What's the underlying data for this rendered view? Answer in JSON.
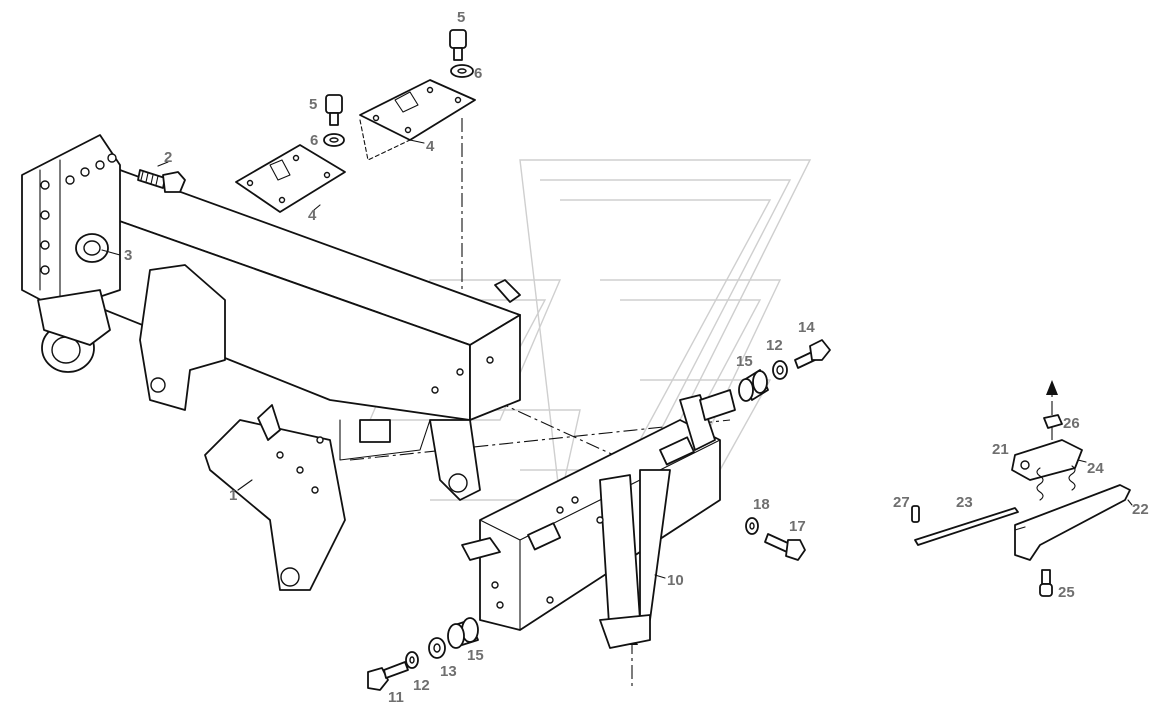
{
  "diagram": {
    "labels": [
      {
        "id": "label-1",
        "text": "1"
      },
      {
        "id": "label-2",
        "text": "2"
      },
      {
        "id": "label-3",
        "text": "3"
      },
      {
        "id": "label-4a",
        "text": "4"
      },
      {
        "id": "label-4b",
        "text": "4"
      },
      {
        "id": "label-5a",
        "text": "5"
      },
      {
        "id": "label-5b",
        "text": "5"
      },
      {
        "id": "label-6a",
        "text": "6"
      },
      {
        "id": "label-6b",
        "text": "6"
      },
      {
        "id": "label-10",
        "text": "10"
      },
      {
        "id": "label-11",
        "text": "11"
      },
      {
        "id": "label-12a",
        "text": "12"
      },
      {
        "id": "label-12b",
        "text": "12"
      },
      {
        "id": "label-13",
        "text": "13"
      },
      {
        "id": "label-14",
        "text": "14"
      },
      {
        "id": "label-15a",
        "text": "15"
      },
      {
        "id": "label-15b",
        "text": "15"
      },
      {
        "id": "label-17",
        "text": "17"
      },
      {
        "id": "label-18",
        "text": "18"
      },
      {
        "id": "label-21",
        "text": "21"
      },
      {
        "id": "label-22",
        "text": "22"
      },
      {
        "id": "label-23",
        "text": "23"
      },
      {
        "id": "label-24",
        "text": "24"
      },
      {
        "id": "label-25",
        "text": "25"
      },
      {
        "id": "label-26",
        "text": "26"
      },
      {
        "id": "label-27",
        "text": "27"
      }
    ]
  }
}
